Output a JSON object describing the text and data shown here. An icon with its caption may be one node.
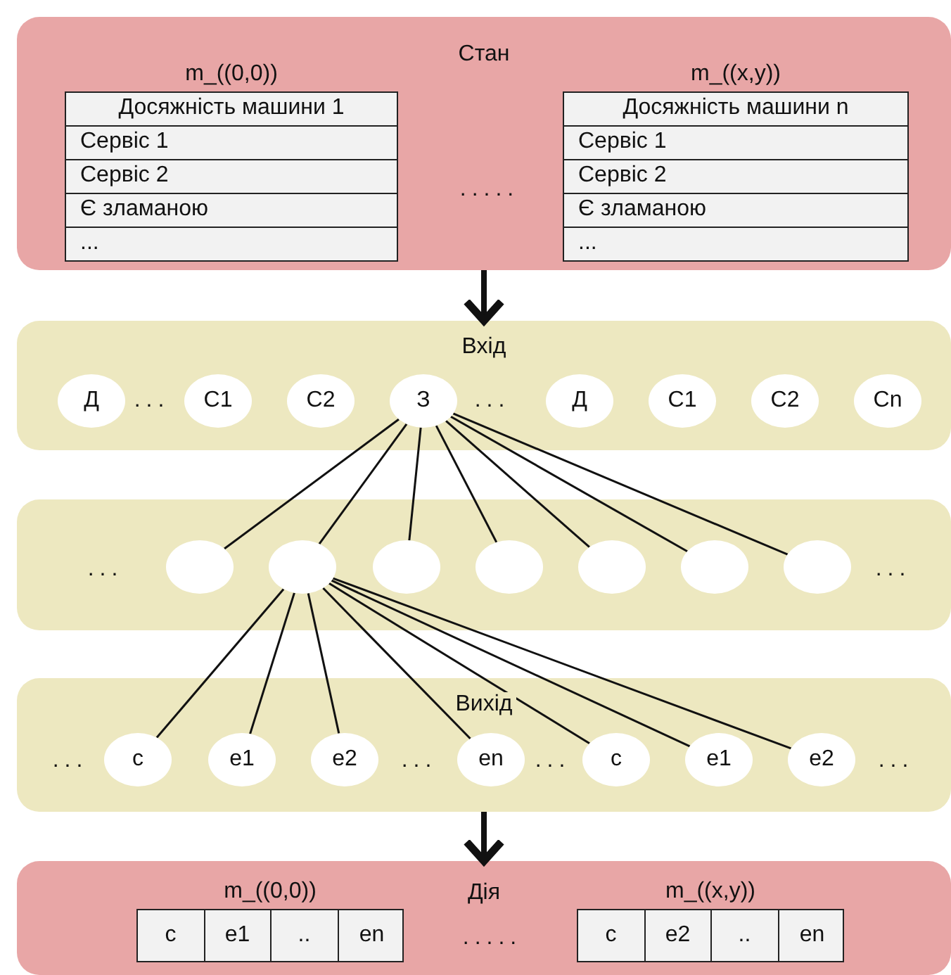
{
  "diagram": {
    "nodes": [
      {
        "text": [
          "Стан"
        ]
      },
      {
        "text": [
          "m_((0,0))"
        ],
        "in": 0
      },
      {
        "text": [
          "Досяжність машини 1"
        ],
        "in": 1
      },
      {
        "text": [
          "Сервіс 1"
        ],
        "in": 1
      },
      {
        "text": [
          "Сервіс 2"
        ],
        "in": 1
      },
      {
        "text": [
          "Є зламаною"
        ],
        "in": 1
      },
      {
        "text": [
          "..."
        ],
        "in": 1
      },
      {
        "text": [
          "m_((x,y))"
        ],
        "in": 0
      },
      {
        "text": [
          "Досяжність машини n"
        ],
        "in": 7
      },
      {
        "text": [
          "Сервіс 1"
        ],
        "in": 7
      },
      {
        "text": [
          "Сервіс 2"
        ],
        "in": 7
      },
      {
        "text": [
          "Є зламаною"
        ],
        "in": 7
      },
      {
        "text": [
          "..."
        ],
        "in": 7
      },
      {
        "text": [
          "Вхід"
        ]
      },
      {
        "text": [
          "Д"
        ],
        "in": 13
      },
      {
        "text": [
          "С1"
        ],
        "in": 13
      },
      {
        "text": [
          "С2"
        ],
        "in": 13
      },
      {
        "text": [
          "З"
        ],
        "in": 13
      },
      {
        "text": [
          "Д"
        ],
        "in": 13
      },
      {
        "text": [
          "С1"
        ],
        "in": 13
      },
      {
        "text": [
          "С2"
        ],
        "in": 13
      },
      {
        "text": [
          "Cn"
        ],
        "in": 13
      },
      {
        "text": [],
        "shape": "box"
      },
      {
        "text": [],
        "shape": "circle",
        "in": 22
      },
      {
        "text": [],
        "shape": "circle",
        "in": 22
      },
      {
        "text": [],
        "shape": "circle",
        "in": 22
      },
      {
        "text": [],
        "shape": "circle",
        "in": 22
      },
      {
        "text": [],
        "shape": "circle",
        "in": 22
      },
      {
        "text": [],
        "shape": "circle",
        "in": 22
      },
      {
        "text": [],
        "shape": "circle",
        "in": 22
      },
      {
        "text": [
          "Вихід"
        ]
      },
      {
        "text": [
          "c"
        ],
        "in": 30
      },
      {
        "text": [
          "e1"
        ],
        "in": 30
      },
      {
        "text": [
          "e2"
        ],
        "in": 30
      },
      {
        "text": [
          "en"
        ],
        "in": 30
      },
      {
        "text": [
          "c"
        ],
        "in": 30
      },
      {
        "text": [
          "e1"
        ],
        "in": 30
      },
      {
        "text": [
          "e2"
        ],
        "in": 30
      },
      {
        "text": [
          "Дія"
        ]
      },
      {
        "text": [
          "m_((0,0))"
        ],
        "in": 38
      },
      {
        "text": [
          "c"
        ],
        "in": 39
      },
      {
        "text": [
          "e1"
        ],
        "in": 39
      },
      {
        "text": [
          ".."
        ],
        "in": 39
      },
      {
        "text": [
          "en"
        ],
        "in": 39
      },
      {
        "text": [
          "m_((x,y))"
        ],
        "in": 38
      },
      {
        "text": [
          "c"
        ],
        "in": 44
      },
      {
        "text": [
          "e2"
        ],
        "in": 44
      },
      {
        "text": [
          ".."
        ],
        "in": 44
      },
      {
        "text": [
          "en"
        ],
        "in": 44
      }
    ],
    "edges": [
      {
        "from": 0,
        "to": 13,
        "arrow": "to",
        "style": "thick"
      },
      {
        "from": 17,
        "to": 23,
        "arrow": "none"
      },
      {
        "from": 17,
        "to": 24,
        "arrow": "none"
      },
      {
        "from": 17,
        "to": 25,
        "arrow": "none"
      },
      {
        "from": 17,
        "to": 26,
        "arrow": "none"
      },
      {
        "from": 17,
        "to": 27,
        "arrow": "none"
      },
      {
        "from": 17,
        "to": 28,
        "arrow": "none"
      },
      {
        "from": 17,
        "to": 29,
        "arrow": "none"
      },
      {
        "from": 24,
        "to": 31,
        "arrow": "none"
      },
      {
        "from": 24,
        "to": 32,
        "arrow": "none"
      },
      {
        "from": 24,
        "to": 33,
        "arrow": "none"
      },
      {
        "from": 24,
        "to": 34,
        "arrow": "none"
      },
      {
        "from": 24,
        "to": 35,
        "arrow": "none"
      },
      {
        "from": 24,
        "to": 36,
        "arrow": "none"
      },
      {
        "from": 24,
        "to": 37,
        "arrow": "none"
      },
      {
        "from": 30,
        "to": 38,
        "arrow": "to",
        "style": "thick"
      }
    ],
    "labels": [
      ".....",
      "...",
      "...",
      "...",
      "...",
      "...",
      "...",
      "...",
      "...",
      "....."
    ]
  }
}
